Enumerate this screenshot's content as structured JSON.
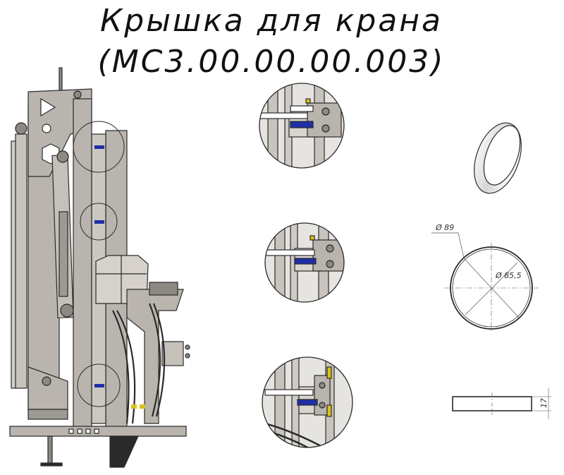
{
  "title": {
    "line1": "Крышка для крана",
    "line2": "(МС3.00.00.00.003)"
  },
  "dimensions": {
    "outer_diameter": "Ø 89",
    "inner_diameter": "Ø 85,5",
    "height": "17"
  },
  "colors": {
    "metal": "#b9b5ae",
    "metal_dark": "#8c8882",
    "outline": "#2a2a2a",
    "seal_blue": "#1f2fa6",
    "accent_yellow": "#d8c21a",
    "background": "#ffffff"
  }
}
